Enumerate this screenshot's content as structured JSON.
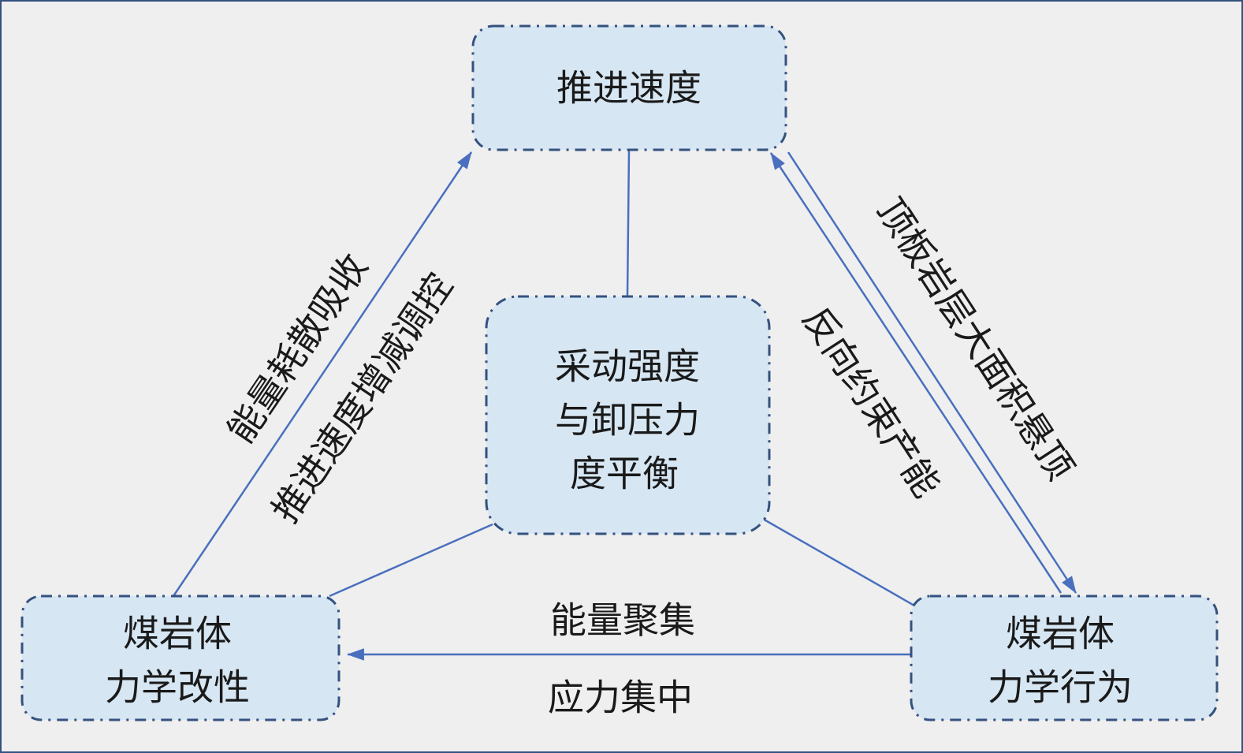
{
  "nodes": {
    "top": {
      "lines": [
        "推进速度"
      ]
    },
    "center": {
      "lines": [
        "采动强度",
        "与卸压力",
        "度平衡"
      ]
    },
    "left": {
      "lines": [
        "煤岩体",
        "力学改性"
      ]
    },
    "right": {
      "lines": [
        "煤岩体",
        "力学行为"
      ]
    }
  },
  "edge_labels": {
    "left_outer": "能量耗散吸收",
    "left_inner": "推进速度增减调控",
    "right_inner": "反向约束产能",
    "right_outer": "顶板岩层大面积悬顶",
    "bottom_top": "能量聚集",
    "bottom_bottom": "应力集中"
  },
  "colors": {
    "box_fill": "#d6e6f3",
    "box_border": "#34527f",
    "edge": "#4a6fbe",
    "background": "#efefef"
  }
}
